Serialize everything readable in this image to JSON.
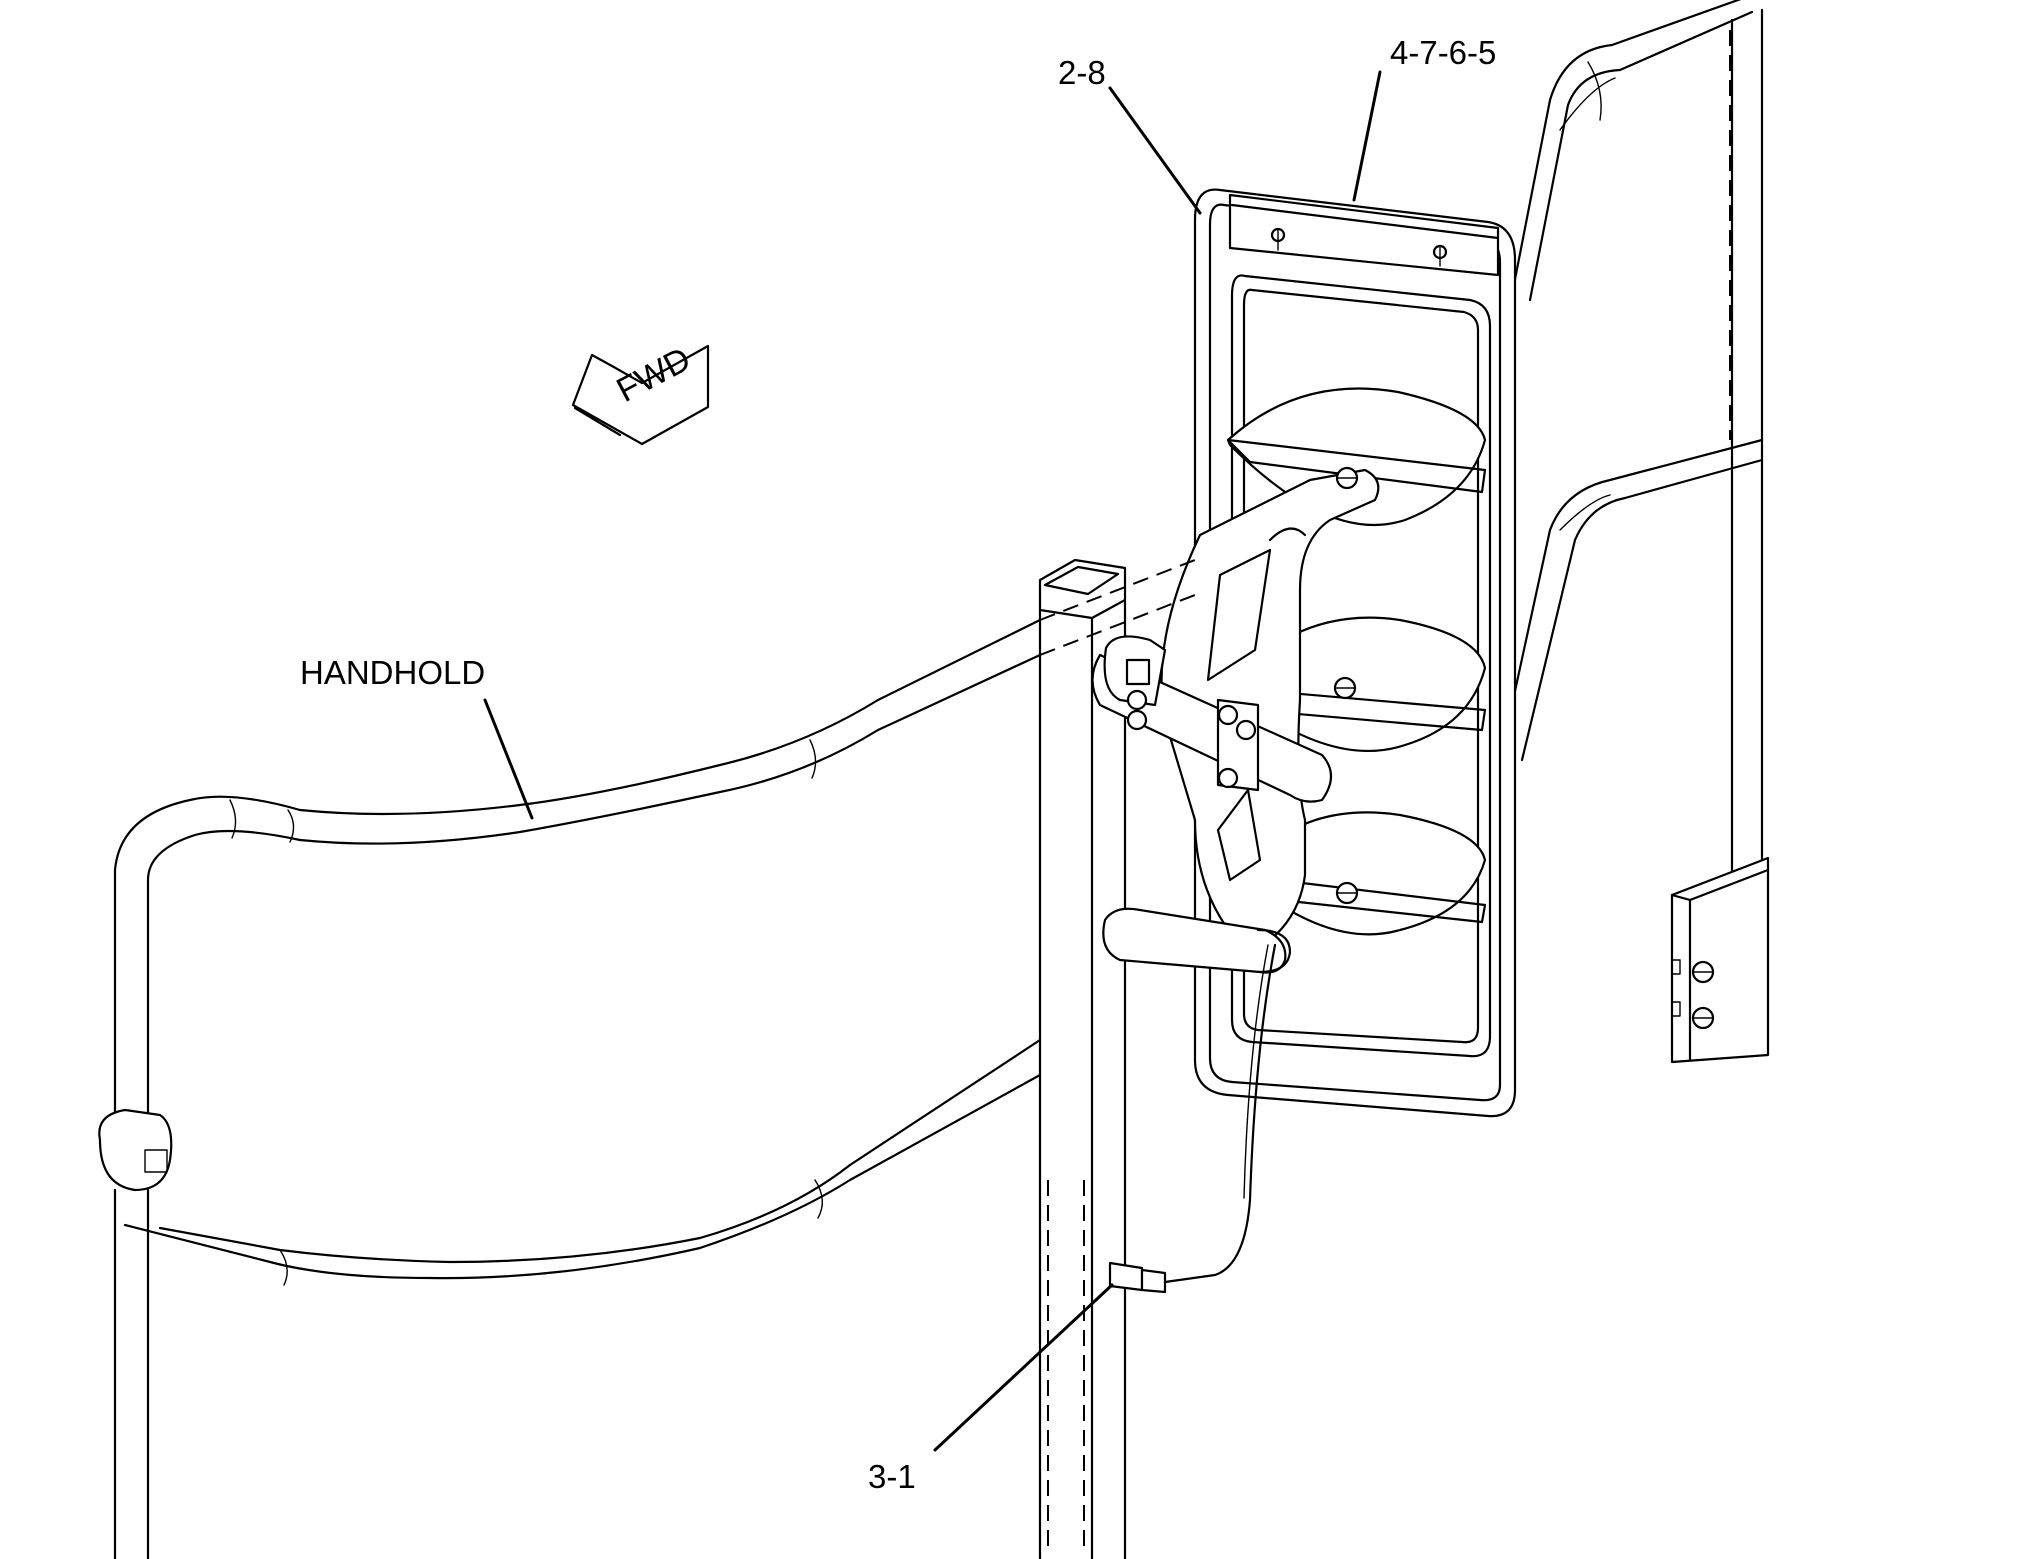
{
  "callouts": {
    "c1": "2-8",
    "c2": "4-7-6-5",
    "c3": "HANDHOLD",
    "c4": "3-1"
  },
  "direction_arrow": {
    "text": "FWD",
    "icon": "forward-arrow-icon"
  },
  "colors": {
    "ink": "#000000",
    "background": "#ffffff"
  }
}
